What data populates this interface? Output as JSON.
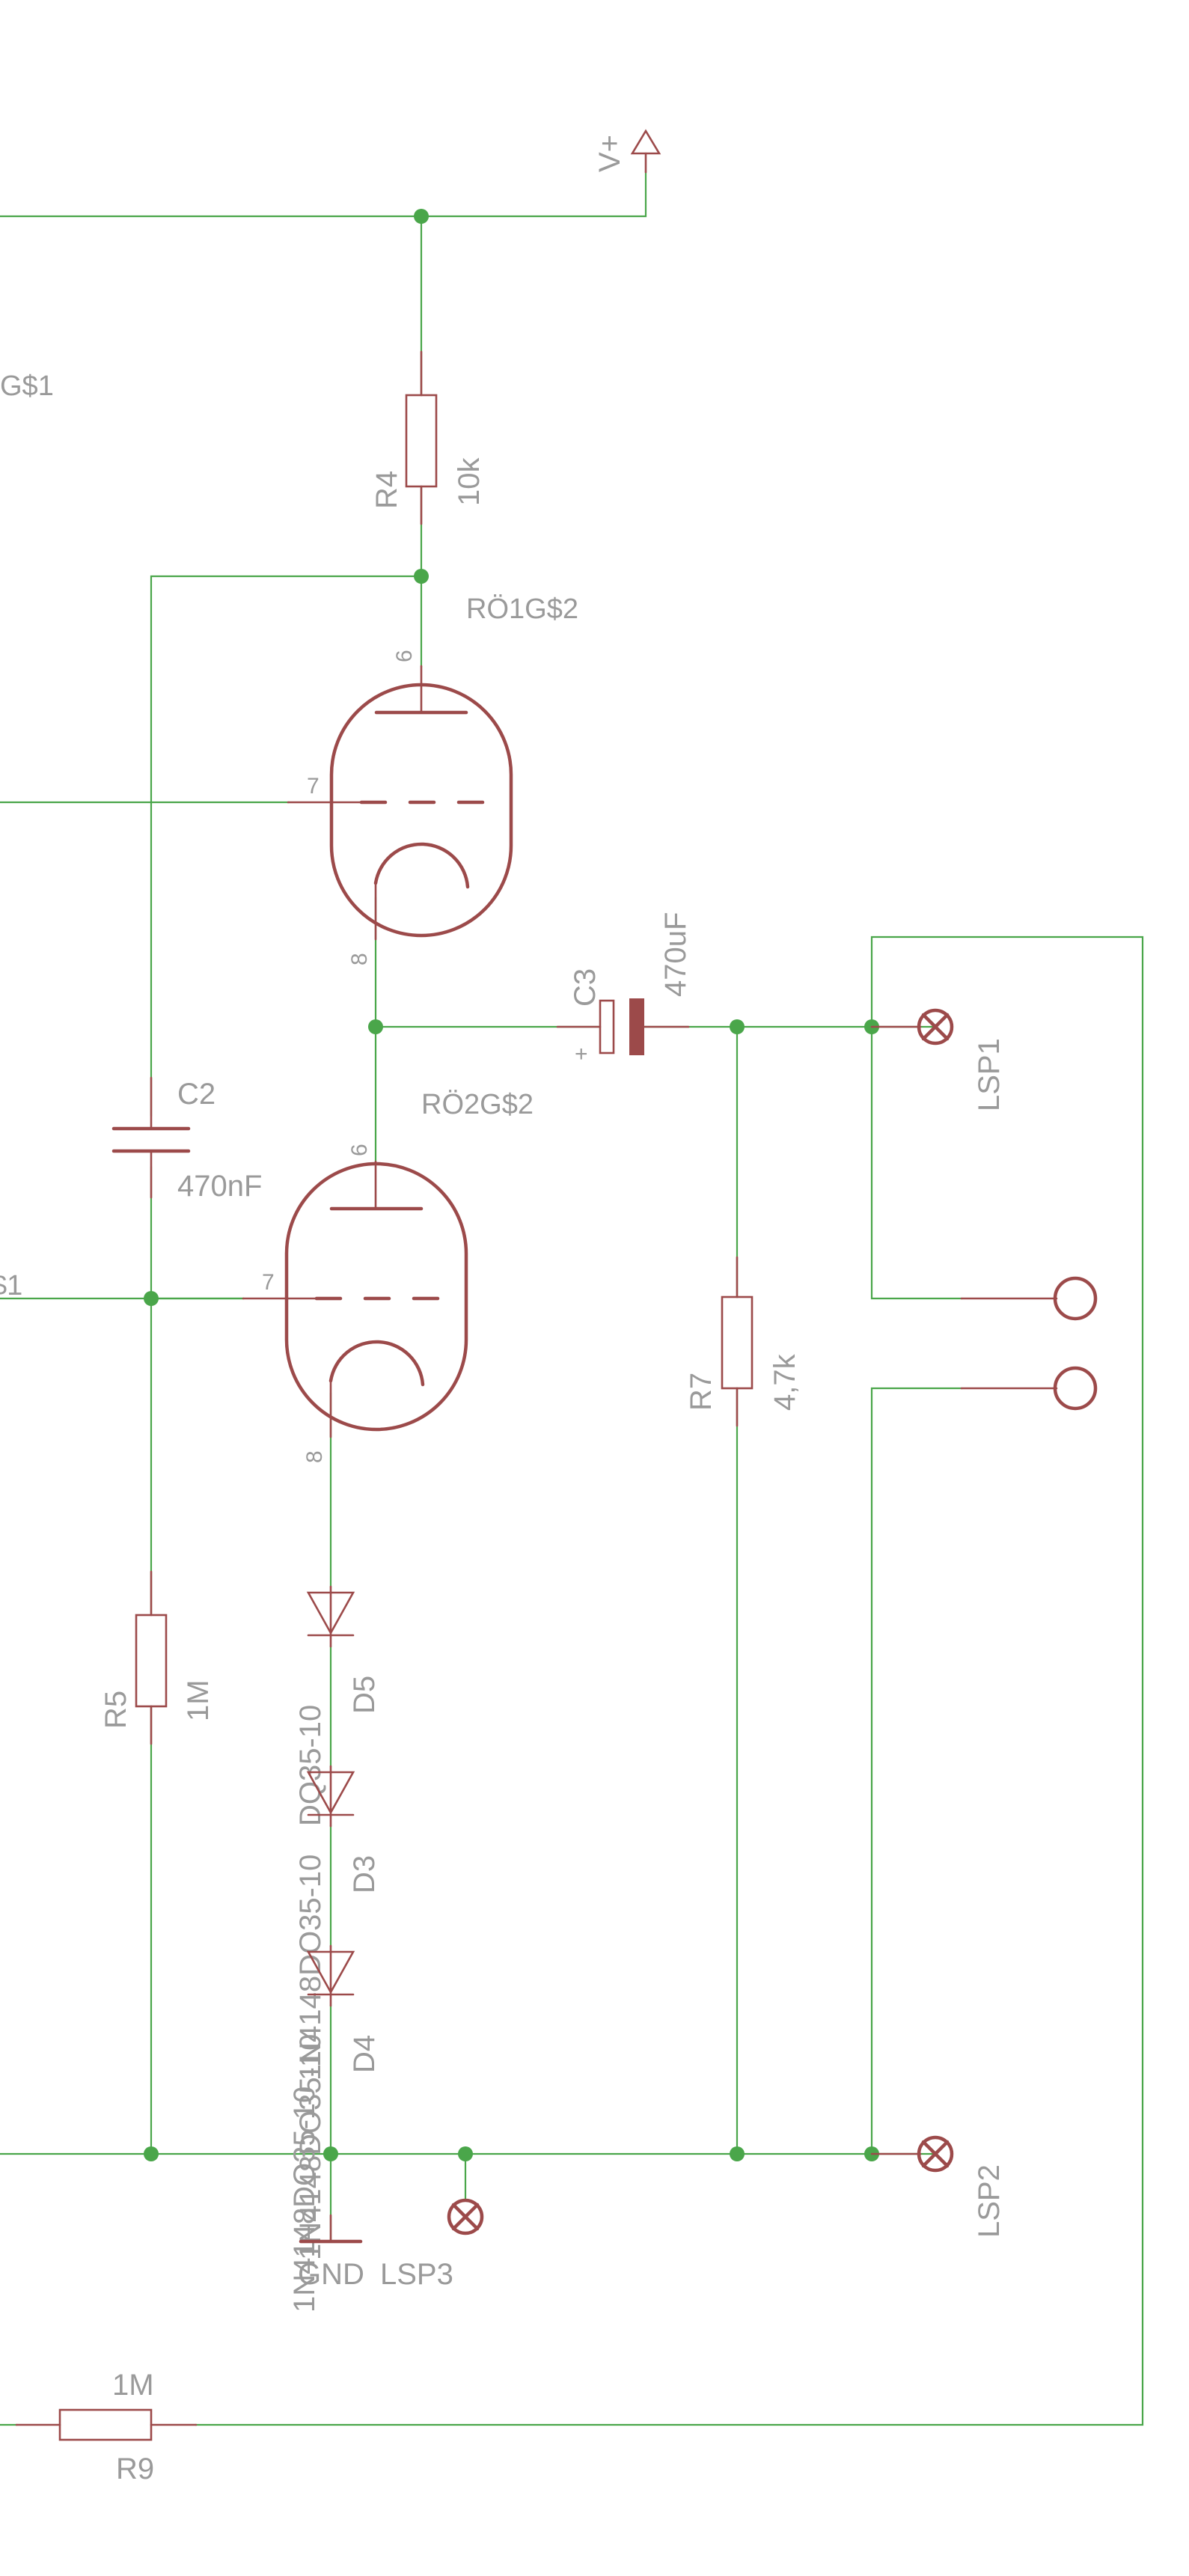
{
  "supply": {
    "vplus": "V+",
    "gnd": "GND"
  },
  "tubes": {
    "rohre1": {
      "name": "RÖ1G$2",
      "plate_pin": "6",
      "grid_pin": "7",
      "cathode_pin": "8"
    },
    "rohre2": {
      "name": "RÖ2G$2",
      "plate_pin": "6",
      "grid_pin": "7",
      "cathode_pin": "8"
    }
  },
  "partial_labels": {
    "top_left": "G$1",
    "mid_left": "$1"
  },
  "resistors": {
    "r4": {
      "name": "R4",
      "value": "10k"
    },
    "r5": {
      "name": "R5",
      "value": "1M"
    },
    "r7": {
      "name": "R7",
      "value": "4,7k"
    },
    "r9": {
      "name": "R9",
      "value": "1M"
    }
  },
  "capacitors": {
    "c2": {
      "name": "C2",
      "value": "470nF"
    },
    "c3": {
      "name": "C3",
      "value": "470uF",
      "polarity": "+"
    }
  },
  "diodes": {
    "d5": {
      "name": "D5",
      "value": "DQ35-10"
    },
    "d3": {
      "name": "D3",
      "value": "1N4148DO35-10"
    },
    "d4": {
      "name": "D4",
      "value": "1N4148DO35-10"
    },
    "d_overlap": "1N4148DO35-10"
  },
  "connectors": {
    "lsp1": "LSP1",
    "lsp2": "LSP2",
    "lsp3": "LSP3"
  }
}
